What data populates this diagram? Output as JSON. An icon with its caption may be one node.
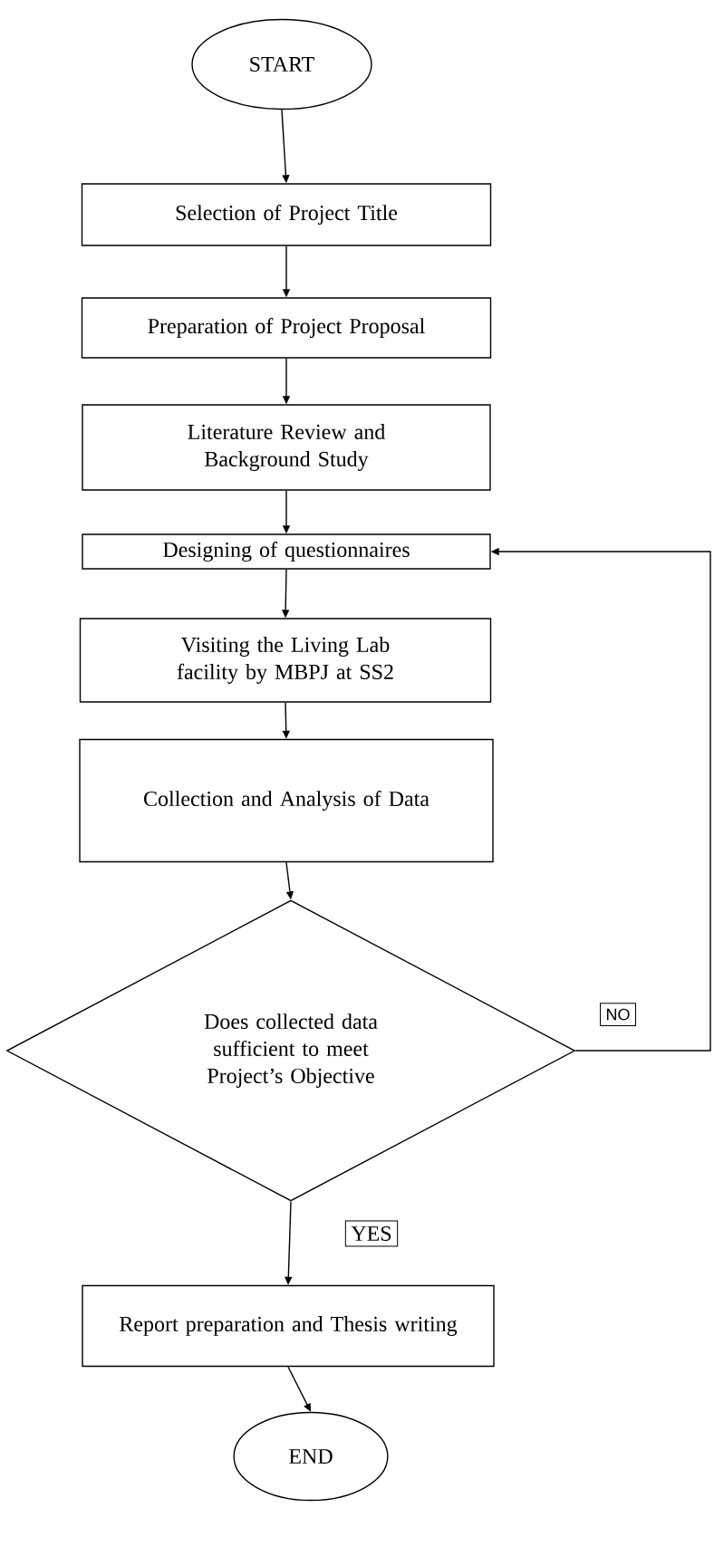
{
  "diagram": {
    "nodes": [
      {
        "text": [
          "START"
        ]
      },
      {
        "text": [
          "Selection of Project Title"
        ]
      },
      {
        "text": [
          "Preparation of Project Proposal"
        ]
      },
      {
        "text": [
          "Literature Review and Background Study"
        ]
      },
      {
        "text": [
          "Designing of questionnaires"
        ]
      },
      {
        "text": [
          "Visiting the Living Lab facility by MBPJ at SS2"
        ]
      },
      {
        "text": [
          "Collection and Analysis of Data"
        ]
      },
      {
        "text": [
          "Does collected data sufficient to meet Project’s Objective"
        ]
      },
      {
        "text": [
          "Report preparation and Thesis writing"
        ]
      },
      {
        "text": [
          "END"
        ]
      }
    ],
    "edges": [
      {
        "from": 0,
        "to": 1,
        "arrow": "to"
      },
      {
        "from": 1,
        "to": 2,
        "arrow": "to"
      },
      {
        "from": 2,
        "to": 3,
        "arrow": "to"
      },
      {
        "from": 3,
        "to": 4,
        "arrow": "to"
      },
      {
        "from": 4,
        "to": 5,
        "arrow": "to"
      },
      {
        "from": 5,
        "to": 6,
        "arrow": "to"
      },
      {
        "from": 6,
        "to": 7,
        "arrow": "to"
      },
      {
        "from": 7,
        "to": 4,
        "arrow": "to",
        "label": "NO"
      },
      {
        "from": 7,
        "to": 8,
        "arrow": "to",
        "label": "YES"
      },
      {
        "from": 8,
        "to": 9,
        "arrow": "to"
      }
    ]
  }
}
